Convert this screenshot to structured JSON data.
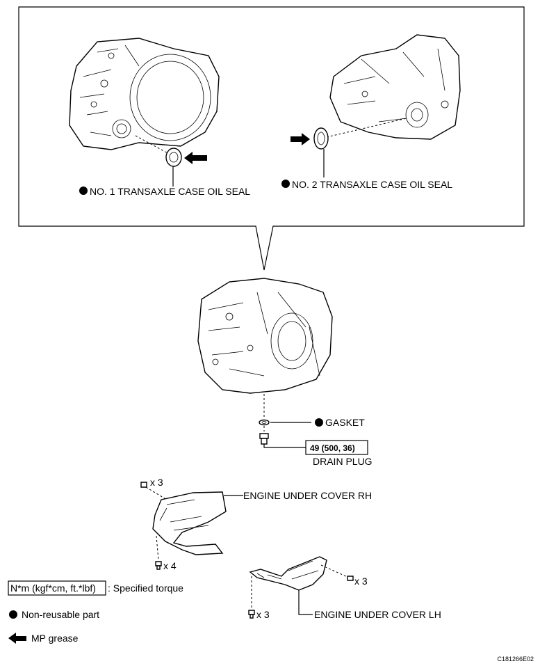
{
  "labels": {
    "seal1": "NO. 1 TRANSAXLE CASE OIL SEAL",
    "seal2": "NO. 2 TRANSAXLE CASE OIL SEAL",
    "gasket": "GASKET",
    "torque_value": "49 (500, 36)",
    "drain_plug": "DRAIN PLUG",
    "cover_rh": "ENGINE UNDER COVER RH",
    "cover_lh": "ENGINE UNDER COVER LH",
    "qty_rh_top": "x 3",
    "qty_rh_bottom": "x 4",
    "qty_lh_right": "x 3",
    "qty_lh_left": "x 3",
    "figure_code": "C181266E02"
  },
  "legend": {
    "torque_box": "N*m (kgf*cm, ft.*lbf)",
    "torque_desc": ": Specified torque",
    "non_reusable": "Non-reusable part",
    "mp_grease": "MP grease"
  },
  "icons": [
    "filled-circle-icon",
    "arrow-left-icon",
    "arrow-right-icon",
    "bolt-icon"
  ]
}
